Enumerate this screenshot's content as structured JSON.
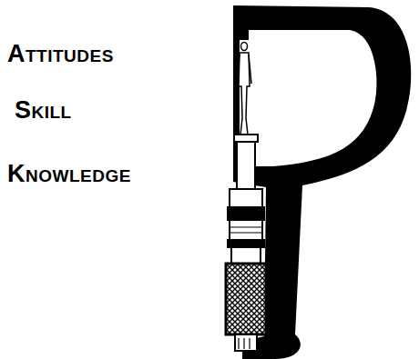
{
  "diagram": {
    "labels": [
      "ATTITUDES",
      "SKILL",
      "KNOWLEDGE"
    ]
  }
}
